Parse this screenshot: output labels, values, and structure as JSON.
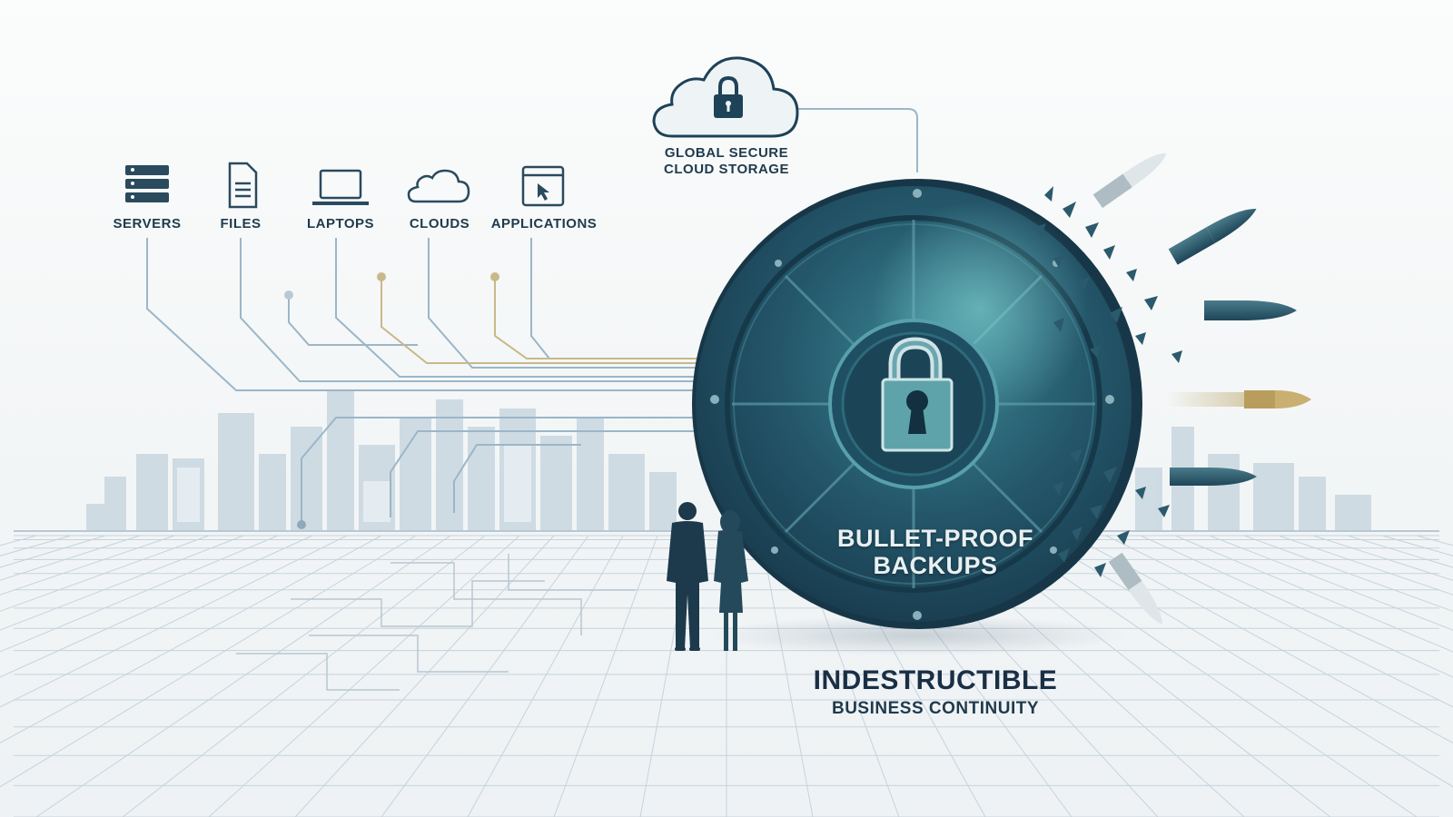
{
  "sources": [
    {
      "label": "SERVERS",
      "icon": "server-icon"
    },
    {
      "label": "FILES",
      "icon": "file-icon"
    },
    {
      "label": "LAPTOPS",
      "icon": "laptop-icon"
    },
    {
      "label": "CLOUDS",
      "icon": "cloud-icon"
    },
    {
      "label": "APPLICATIONS",
      "icon": "application-window-icon"
    }
  ],
  "cloud_storage": {
    "line1": "GLOBAL SECURE",
    "line2": "CLOUD STORAGE",
    "icon": "cloud-lock-icon"
  },
  "shield": {
    "line1": "BULLET-PROOF",
    "line2": "BACKUPS",
    "icon": "padlock-icon"
  },
  "tagline": {
    "main": "INDESTRUCTIBLE",
    "sub": "BUSINESS CONTINUITY"
  },
  "colors": {
    "navy": "#1f3a4d",
    "teal": "#2f6e7e",
    "shield_dark": "#1d4658",
    "line_blue": "#9bb6c8",
    "line_gold": "#c9b98a",
    "bullet_gold": "#b89d5c"
  }
}
